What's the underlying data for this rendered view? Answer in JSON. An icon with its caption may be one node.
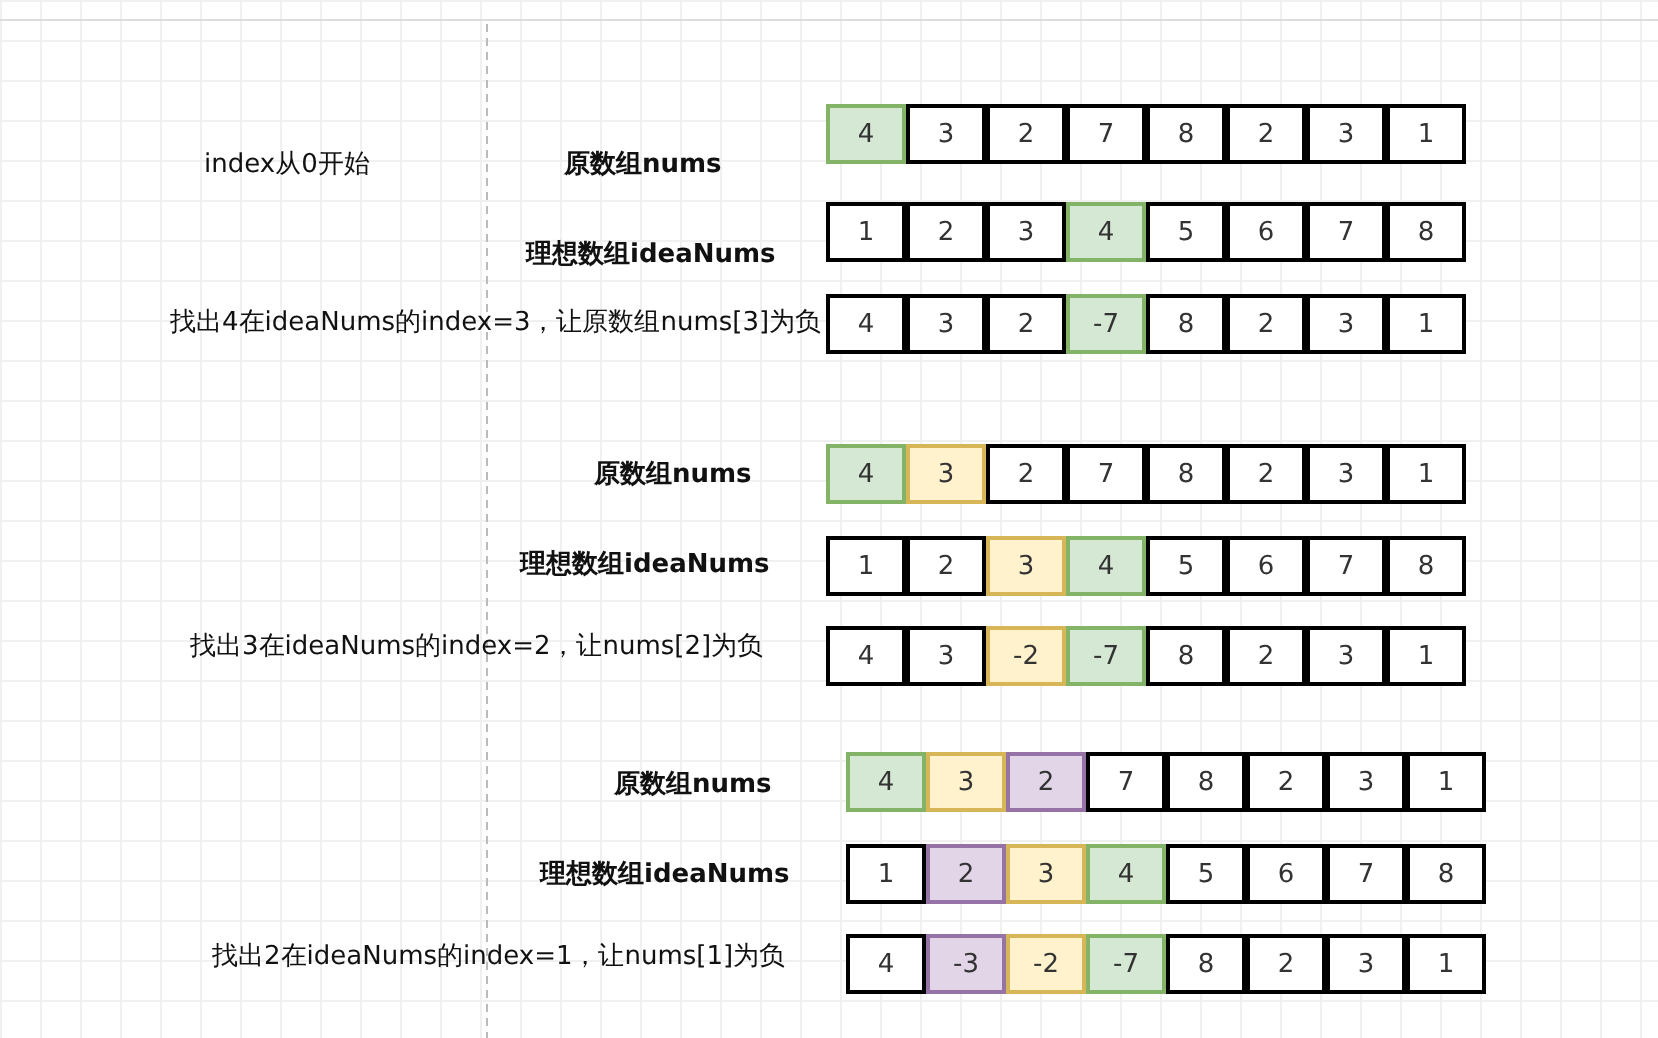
{
  "diagram": {
    "nodes": [
      {
        "text": [
          "4"
        ]
      },
      {
        "text": [
          "3"
        ]
      },
      {
        "text": [
          "2"
        ]
      },
      {
        "text": [
          "7"
        ]
      },
      {
        "text": [
          "8"
        ]
      },
      {
        "text": [
          "2"
        ]
      },
      {
        "text": [
          "3"
        ]
      },
      {
        "text": [
          "1"
        ]
      },
      {
        "text": [
          "1"
        ]
      },
      {
        "text": [
          "2"
        ]
      },
      {
        "text": [
          "3"
        ]
      },
      {
        "text": [
          "4"
        ]
      },
      {
        "text": [
          "5"
        ]
      },
      {
        "text": [
          "6"
        ]
      },
      {
        "text": [
          "7"
        ]
      },
      {
        "text": [
          "8"
        ]
      },
      {
        "text": [
          "4"
        ]
      },
      {
        "text": [
          "3"
        ]
      },
      {
        "text": [
          "2"
        ]
      },
      {
        "text": [
          "-7"
        ]
      },
      {
        "text": [
          "8"
        ]
      },
      {
        "text": [
          "2"
        ]
      },
      {
        "text": [
          "3"
        ]
      },
      {
        "text": [
          "1"
        ]
      },
      {
        "text": [
          "4"
        ]
      },
      {
        "text": [
          "3"
        ]
      },
      {
        "text": [
          "2"
        ]
      },
      {
        "text": [
          "7"
        ]
      },
      {
        "text": [
          "8"
        ]
      },
      {
        "text": [
          "2"
        ]
      },
      {
        "text": [
          "3"
        ]
      },
      {
        "text": [
          "1"
        ]
      },
      {
        "text": [
          "1"
        ]
      },
      {
        "text": [
          "2"
        ]
      },
      {
        "text": [
          "3"
        ]
      },
      {
        "text": [
          "4"
        ]
      },
      {
        "text": [
          "5"
        ]
      },
      {
        "text": [
          "6"
        ]
      },
      {
        "text": [
          "7"
        ]
      },
      {
        "text": [
          "8"
        ]
      },
      {
        "text": [
          "4"
        ]
      },
      {
        "text": [
          "3"
        ]
      },
      {
        "text": [
          "-2"
        ]
      },
      {
        "text": [
          "-7"
        ]
      },
      {
        "text": [
          "8"
        ]
      },
      {
        "text": [
          "2"
        ]
      },
      {
        "text": [
          "3"
        ]
      },
      {
        "text": [
          "1"
        ]
      },
      {
        "text": [
          "4"
        ]
      },
      {
        "text": [
          "3"
        ]
      },
      {
        "text": [
          "2"
        ]
      },
      {
        "text": [
          "7"
        ]
      },
      {
        "text": [
          "8"
        ]
      },
      {
        "text": [
          "2"
        ]
      },
      {
        "text": [
          "3"
        ]
      },
      {
        "text": [
          "1"
        ]
      },
      {
        "text": [
          "1"
        ]
      },
      {
        "text": [
          "2"
        ]
      },
      {
        "text": [
          "3"
        ]
      },
      {
        "text": [
          "4"
        ]
      },
      {
        "text": [
          "5"
        ]
      },
      {
        "text": [
          "6"
        ]
      },
      {
        "text": [
          "7"
        ]
      },
      {
        "text": [
          "8"
        ]
      },
      {
        "text": [
          "4"
        ]
      },
      {
        "text": [
          "-3"
        ]
      },
      {
        "text": [
          "-2"
        ]
      },
      {
        "text": [
          "-7"
        ]
      },
      {
        "text": [
          "8"
        ]
      },
      {
        "text": [
          "2"
        ]
      },
      {
        "text": [
          "3"
        ]
      },
      {
        "text": [
          "1"
        ]
      }
    ],
    "labels": [
      "index从0开始",
      "原数组nums",
      "理想数组ideaNums",
      "找出4在ideaNums的index=3，让原数组nums[3]为负",
      "原数组nums",
      "理想数组ideaNums",
      "找出3在ideaNums的index=2，让nums[2]为负",
      "原数组nums",
      "理想数组ideaNums",
      "找出2在ideaNums的index=1，让nums[1]为负"
    ]
  }
}
